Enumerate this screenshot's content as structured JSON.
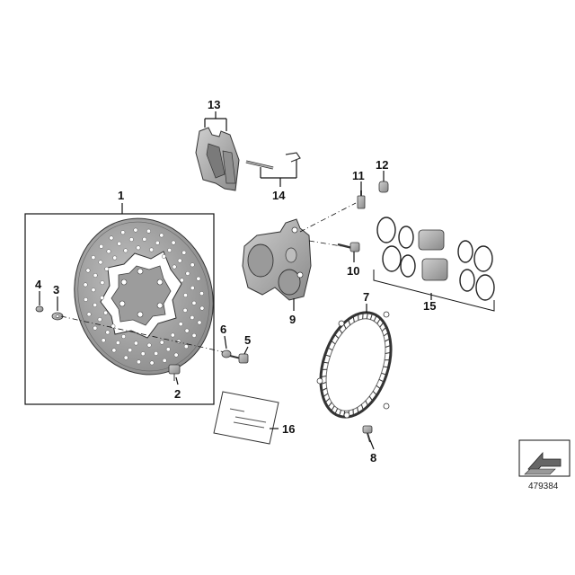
{
  "callouts": {
    "c1": "1",
    "c2": "2",
    "c3": "3",
    "c4": "4",
    "c5": "5",
    "c6": "6",
    "c7": "7",
    "c8": "8",
    "c9": "9",
    "c10": "10",
    "c11": "11",
    "c12": "12",
    "c13": "13",
    "c14": "14",
    "c15": "15",
    "c16": "16"
  },
  "reference_number": "479384",
  "icons": {
    "disc": "brake-disc-icon",
    "caliper": "brake-caliper-icon",
    "abs_ring": "abs-sensor-ring-icon",
    "pads": "brake-pads-icon",
    "card": "instruction-card-icon",
    "orientation": "direction-arrow-icon"
  },
  "colors": {
    "part_fill": "#a8a8a8",
    "part_dark": "#777777",
    "line": "#111111",
    "background": "#ffffff"
  }
}
